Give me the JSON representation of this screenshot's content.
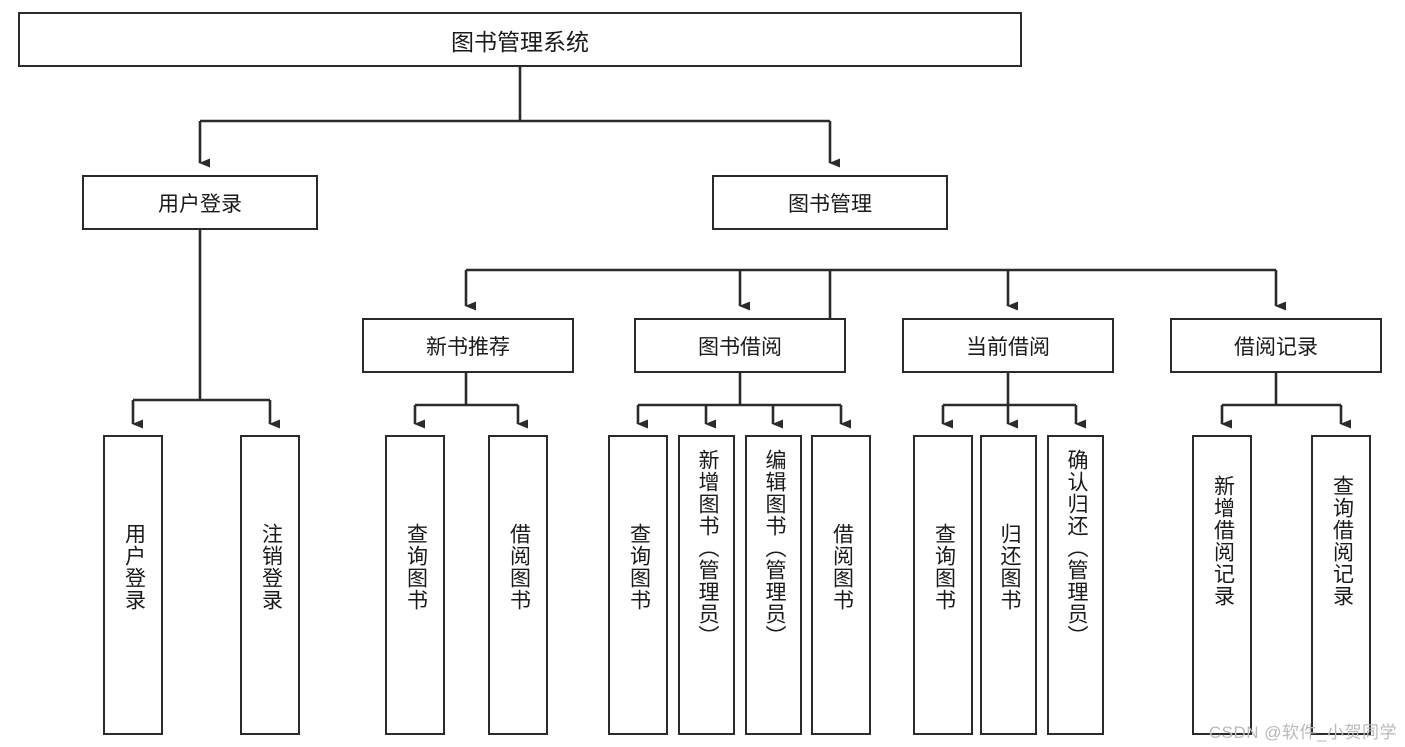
{
  "diagram": {
    "title": "图书管理系统",
    "type": "function-structure-tree",
    "root": {
      "label": "图书管理系统"
    },
    "level1": [
      {
        "label": "用户登录"
      },
      {
        "label": "图书管理"
      }
    ],
    "level2": [
      {
        "label": "新书推荐"
      },
      {
        "label": "图书借阅"
      },
      {
        "label": "当前借阅"
      },
      {
        "label": "借阅记录"
      }
    ],
    "leaves": [
      {
        "label": "用户登录",
        "parent": "用户登录"
      },
      {
        "label": "注销登录",
        "parent": "用户登录"
      },
      {
        "label": "查询图书",
        "parent": "新书推荐"
      },
      {
        "label": "借阅图书",
        "parent": "新书推荐"
      },
      {
        "label": "查询图书",
        "parent": "图书借阅"
      },
      {
        "label": "新增图书（管理员）",
        "parent": "图书借阅"
      },
      {
        "label": "编辑图书（管理员）",
        "parent": "图书借阅"
      },
      {
        "label": "借阅图书",
        "parent": "图书借阅"
      },
      {
        "label": "查询图书",
        "parent": "当前借阅"
      },
      {
        "label": "归还图书",
        "parent": "当前借阅"
      },
      {
        "label": "确认归还（管理员）",
        "parent": "当前借阅"
      },
      {
        "label": "新增借阅记录",
        "parent": "借阅记录"
      },
      {
        "label": "查询借阅记录",
        "parent": "借阅记录"
      }
    ]
  },
  "watermark": {
    "text": "CSDN @软件_小贺同学"
  },
  "colors": {
    "stroke": "#2b2b2b",
    "background": "#ffffff",
    "text": "#1a1a1a",
    "watermark": "#b9b9b9"
  }
}
